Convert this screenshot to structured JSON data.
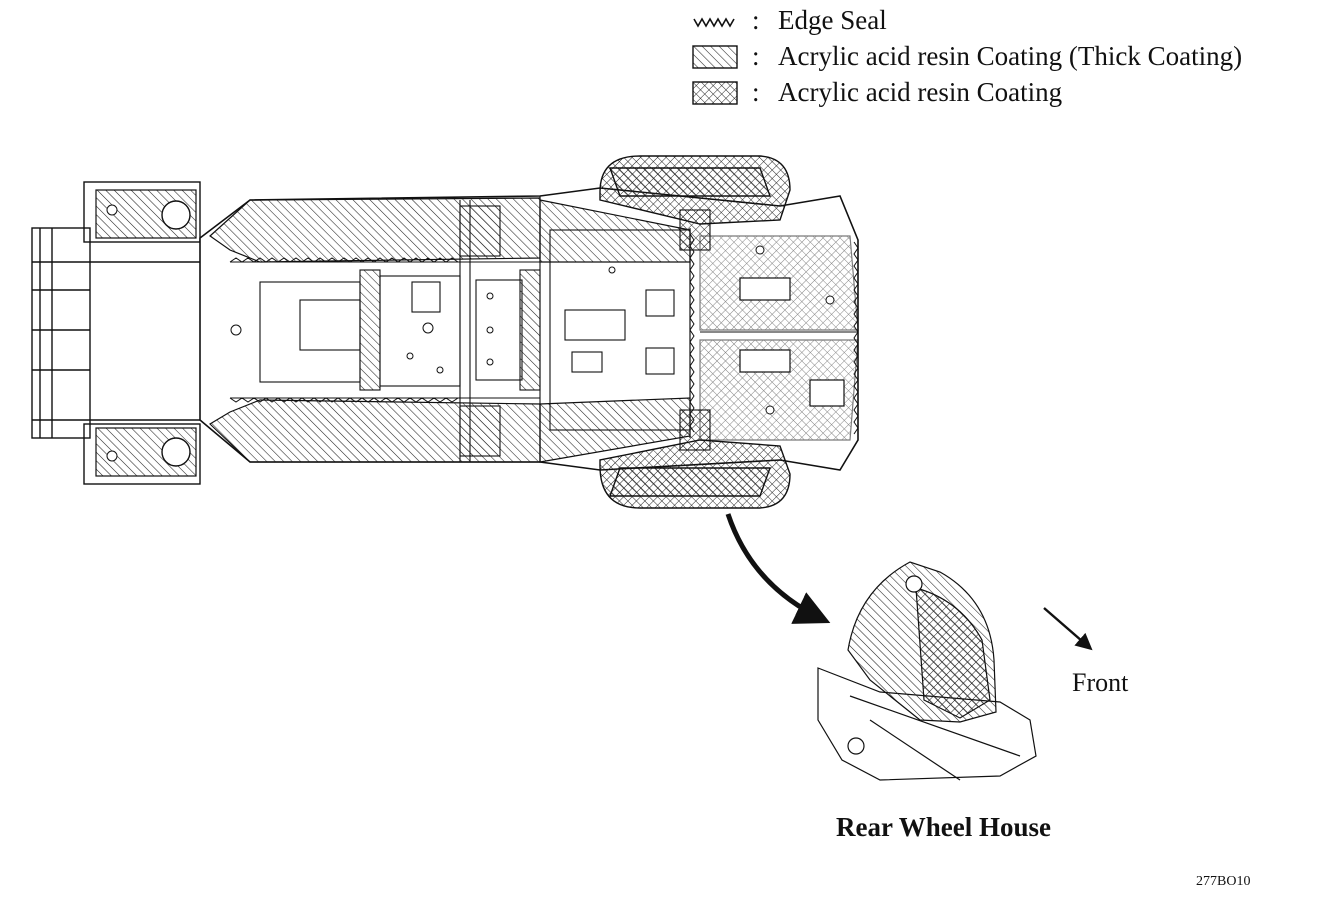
{
  "legend": {
    "separator": ":",
    "items": [
      {
        "key": "edge-seal",
        "label": "Edge Seal",
        "pattern": "zigzag"
      },
      {
        "key": "thick-coating",
        "label": "Acrylic acid resin Coating (Thick Coating)",
        "pattern": "diagonal-hatch"
      },
      {
        "key": "coating",
        "label": "Acrylic acid resin Coating",
        "pattern": "crosshatch"
      }
    ]
  },
  "inset": {
    "title": "Rear Wheel House"
  },
  "direction": {
    "label": "Front"
  },
  "figure_code": "277BO10",
  "colors": {
    "line": "#111111",
    "background": "#ffffff"
  }
}
